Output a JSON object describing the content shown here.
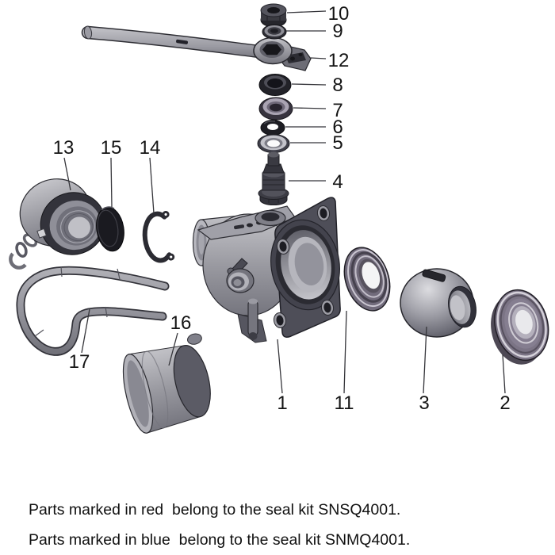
{
  "labels": {
    "n1": "1",
    "n2": "2",
    "n3": "3",
    "n4": "4",
    "n5": "5",
    "n6": "6",
    "n7": "7",
    "n8": "8",
    "n9": "9",
    "n10": "10",
    "n11": "11",
    "n12": "12",
    "n13": "13",
    "n14": "14",
    "n15": "15",
    "n16": "16",
    "n17": "17"
  },
  "captions": {
    "line1": "Parts marked in red  belong to the seal kit SNSQ4001.",
    "line2": "Parts marked in blue  belong to the seal kit SNMQ4001."
  },
  "colors": {
    "background": "#ffffff",
    "leader_line": "#35353a",
    "label_text": "#141414",
    "metal_light": "#c4c4c9",
    "metal_mid": "#9a9aa1",
    "metal_dark": "#33333b",
    "seal_tint": "#7b7485"
  }
}
